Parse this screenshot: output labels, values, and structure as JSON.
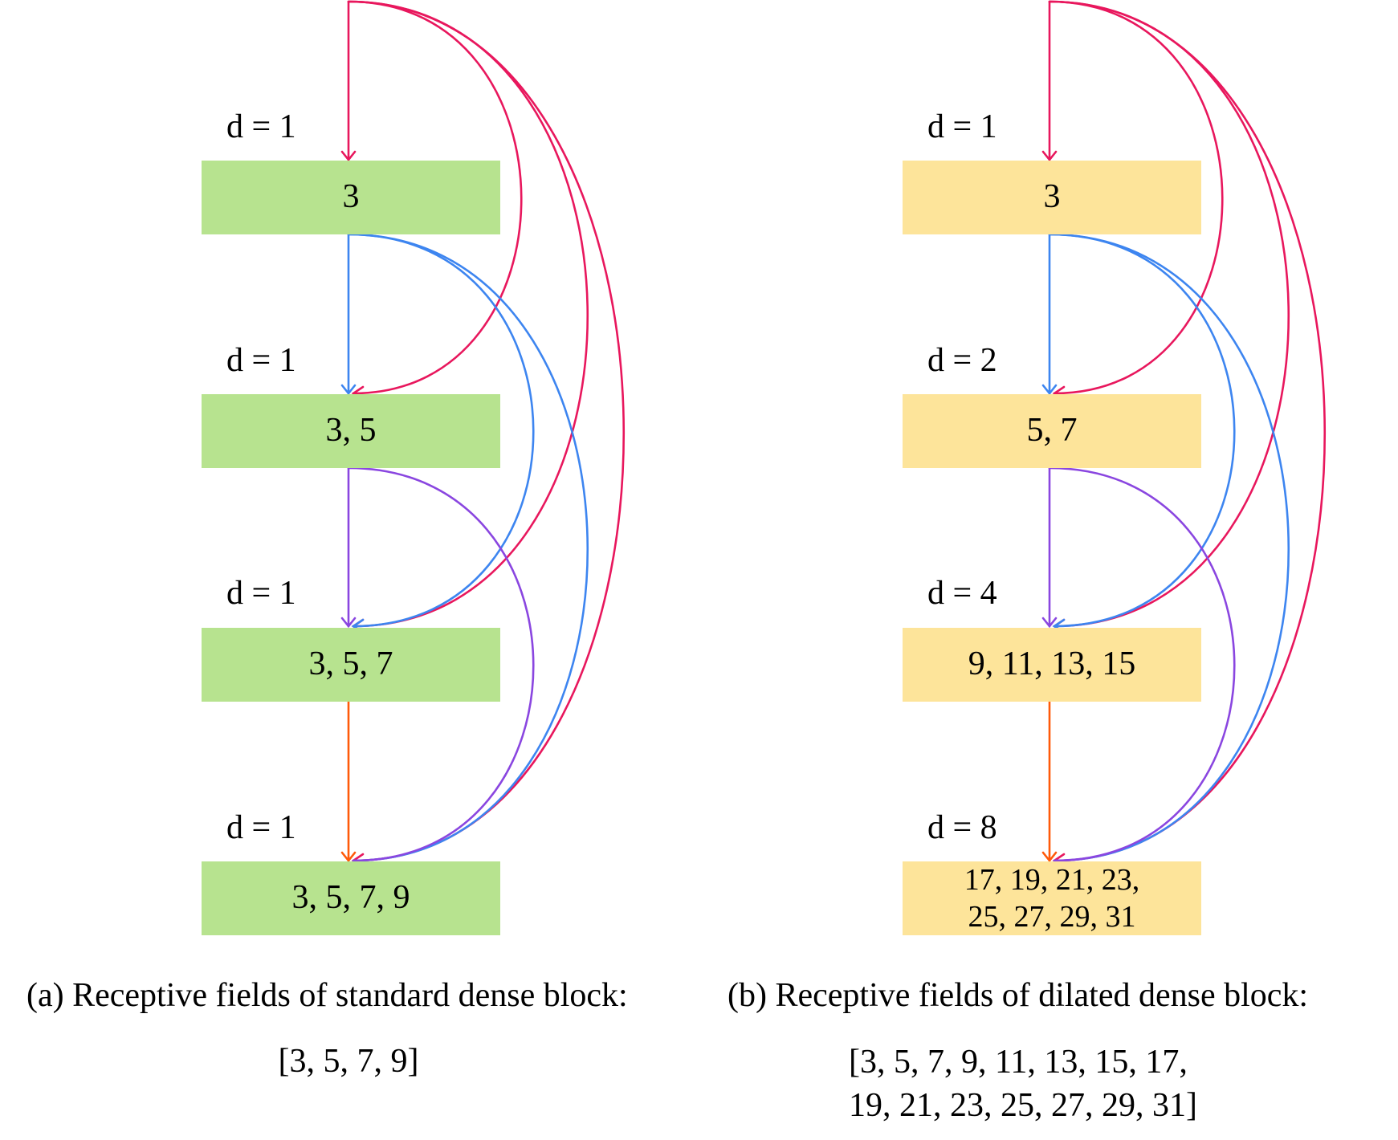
{
  "panel_a": {
    "dilations": [
      "d = 1",
      "d = 1",
      "d = 1",
      "d = 1"
    ],
    "boxes": [
      "3",
      "3, 5",
      "3, 5, 7",
      "3, 5, 7, 9"
    ],
    "caption": "(a) Receptive fields of standard dense block:",
    "fields": "[3, 5, 7, 9]",
    "box_color": "#b7e38f"
  },
  "panel_b": {
    "dilations": [
      "d = 1",
      "d = 2",
      "d = 4",
      "d = 8"
    ],
    "boxes": [
      "3",
      "5, 7",
      "9, 11, 13, 15",
      "17, 19, 21, 23,",
      "25, 27, 29, 31"
    ],
    "caption": "(b) Receptive fields of dilated dense block:",
    "fields_line1": "[3, 5, 7, 9, 11, 13, 15, 17,",
    "fields_line2": "19, 21, 23, 25, 27, 29, 31]",
    "box_color": "#fde49a"
  },
  "arrow_colors": {
    "from_input": "#e8175d",
    "from_layer1": "#3d85f0",
    "from_layer2": "#8a46e0",
    "from_layer3": "#ff5a0a"
  }
}
